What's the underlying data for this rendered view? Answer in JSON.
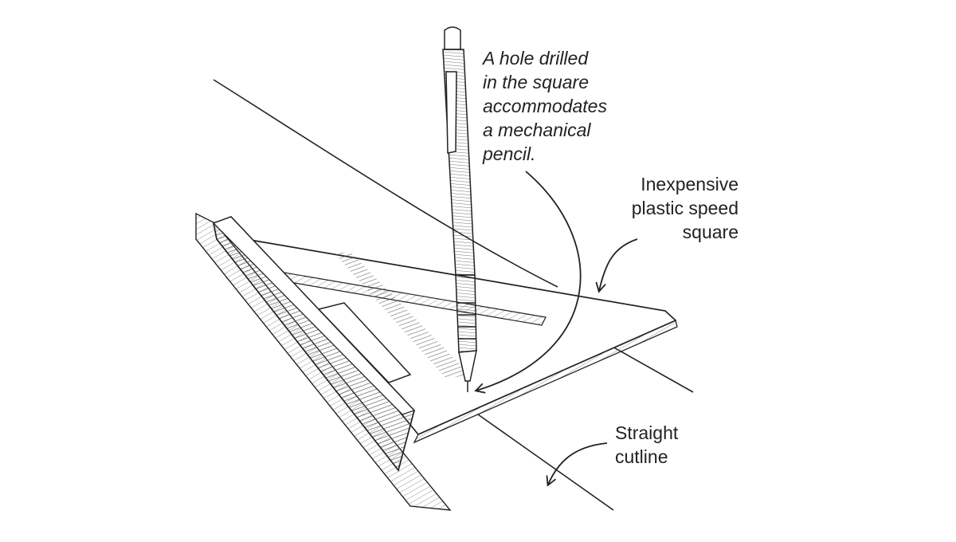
{
  "colors": {
    "ink": "#222222",
    "background": "#ffffff",
    "hatch": "#555555"
  },
  "callouts": {
    "pencil": {
      "lines": [
        "A hole drilled",
        "in the square",
        "accommodates",
        "a mechanical",
        "pencil."
      ]
    },
    "square": {
      "lines": [
        "Inexpensive",
        "plastic speed",
        "square"
      ]
    },
    "cutline": {
      "lines": [
        "Straight",
        "cutline"
      ]
    }
  }
}
